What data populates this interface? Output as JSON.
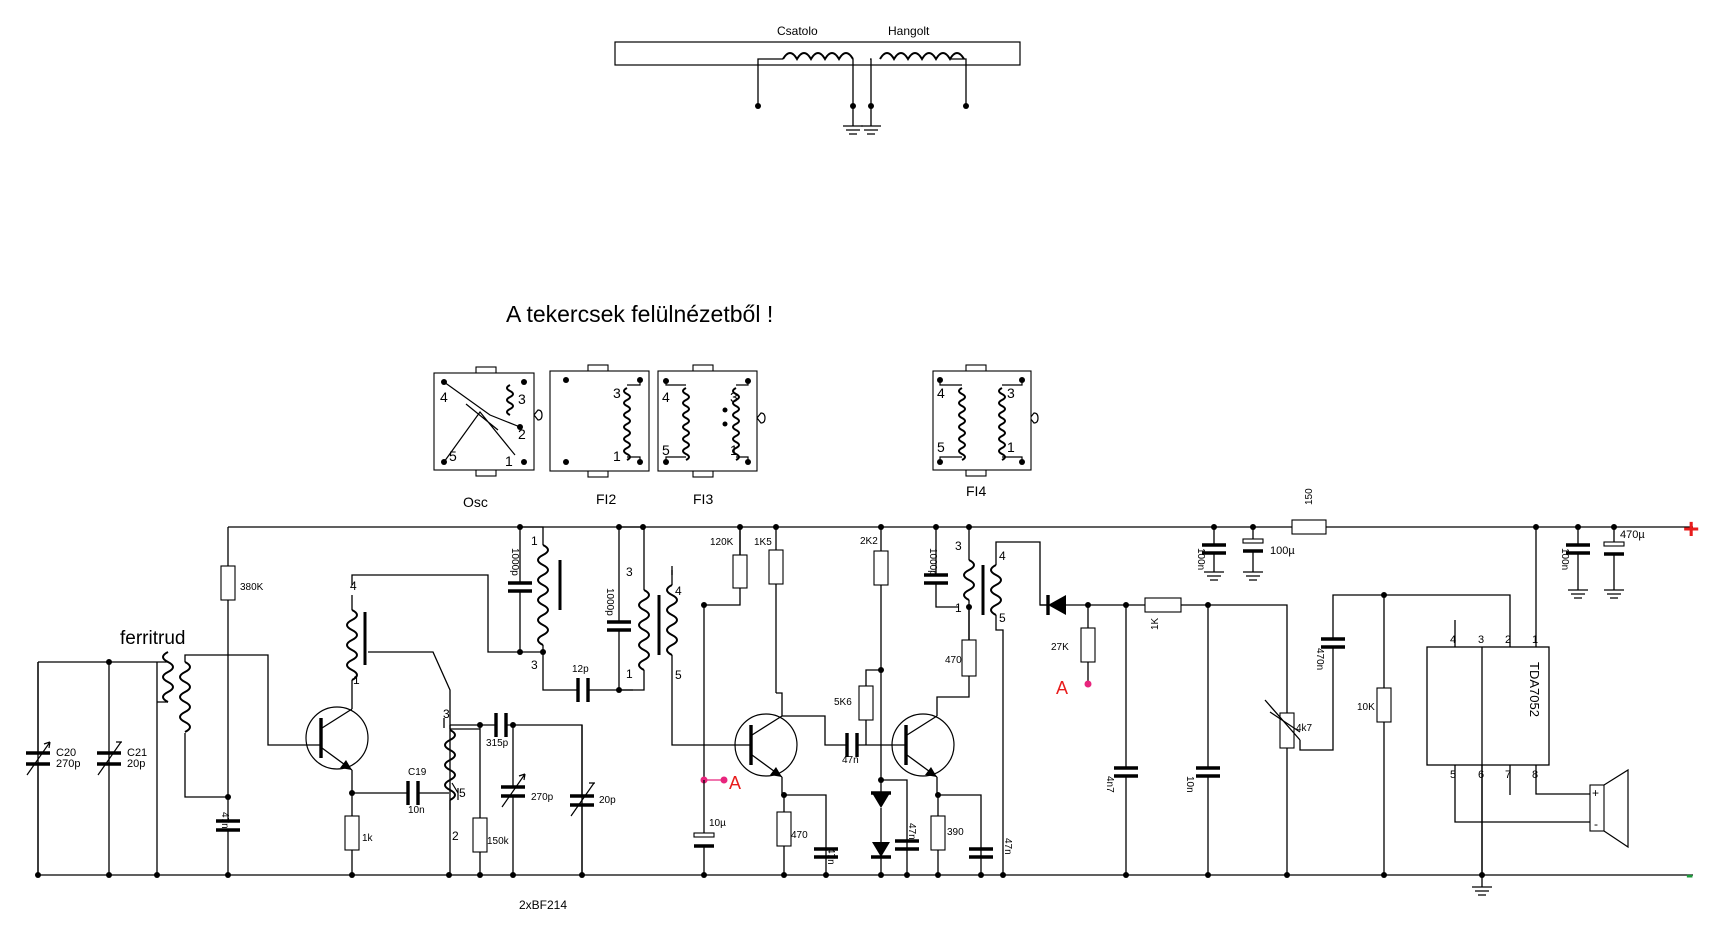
{
  "title": "A tekercsek felülnézetből !",
  "top": {
    "coupling": "Csatolo",
    "tuned": "Hangolt"
  },
  "coils": {
    "osc": "Osc",
    "fi2": "FI2",
    "fi3": "FI3",
    "fi4": "FI4"
  },
  "pins": {
    "p1": "1",
    "p2": "2",
    "p3": "3",
    "p4": "4",
    "p5": "5",
    "p6": "6",
    "p7": "7",
    "p8": "8"
  },
  "parts": {
    "ferrite": "ferritrud",
    "c20": "C20",
    "c20v": "270p",
    "c21": "C21",
    "c21v": "20p",
    "r380k": "380K",
    "c47n": "47n",
    "r1k": "1k",
    "c19": "C19",
    "c19v": "10n",
    "r150k": "150k",
    "c315p": "315p",
    "c270p": "270p",
    "c20p": "20p",
    "c1000p": "1000p",
    "c12p": "12p",
    "r120k": "120K",
    "r1k5": "1K5",
    "r470": "470",
    "c10u": "10µ",
    "point_a": "A",
    "r2k2": "2K2",
    "r5k6": "5K6",
    "r390": "390",
    "r27k": "27K",
    "r1k_b": "1K",
    "c4n7": "4n7",
    "c10n": "10n",
    "pot4k7": "4k7",
    "c470n": "470n",
    "r10k": "10K",
    "r150": "150",
    "c100n": "100n",
    "c100u": "100µ",
    "c470u": "470µ",
    "ic": "TDA7052",
    "transistors": "2xBF214",
    "plus": "+",
    "minus": "-"
  },
  "colors": {
    "wire": "#000000",
    "test_point": "#e8257d",
    "label_red": "#e81c1c",
    "minus_green": "#1a9a3a"
  }
}
